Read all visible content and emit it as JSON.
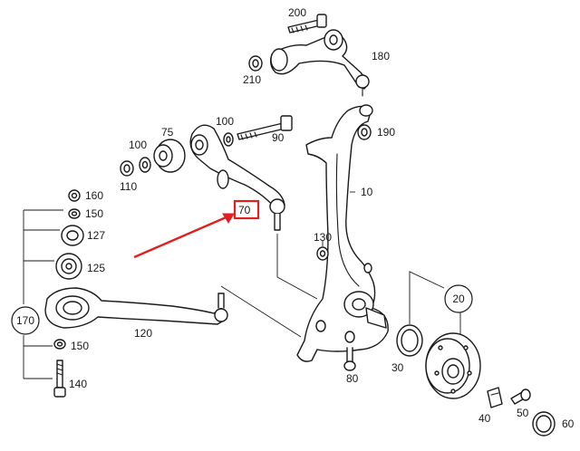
{
  "labels": {
    "p200": "200",
    "p180": "180",
    "p210": "210",
    "p100a": "100",
    "p90": "90",
    "p75": "75",
    "p100b": "100",
    "p110": "110",
    "p190": "190",
    "p10": "10",
    "p70": "70",
    "p160": "160",
    "p150a": "150",
    "p127": "127",
    "p125": "125",
    "p130": "130",
    "p170": "170",
    "p120": "120",
    "p150b": "150",
    "p140": "140",
    "p80": "80",
    "p20": "20",
    "p30": "30",
    "p40": "40",
    "p50": "50",
    "p60": "60"
  },
  "highlight": {
    "part": "70",
    "color": "#e02020"
  },
  "colors": {
    "line": "#1a1a1a",
    "background": "#ffffff"
  }
}
